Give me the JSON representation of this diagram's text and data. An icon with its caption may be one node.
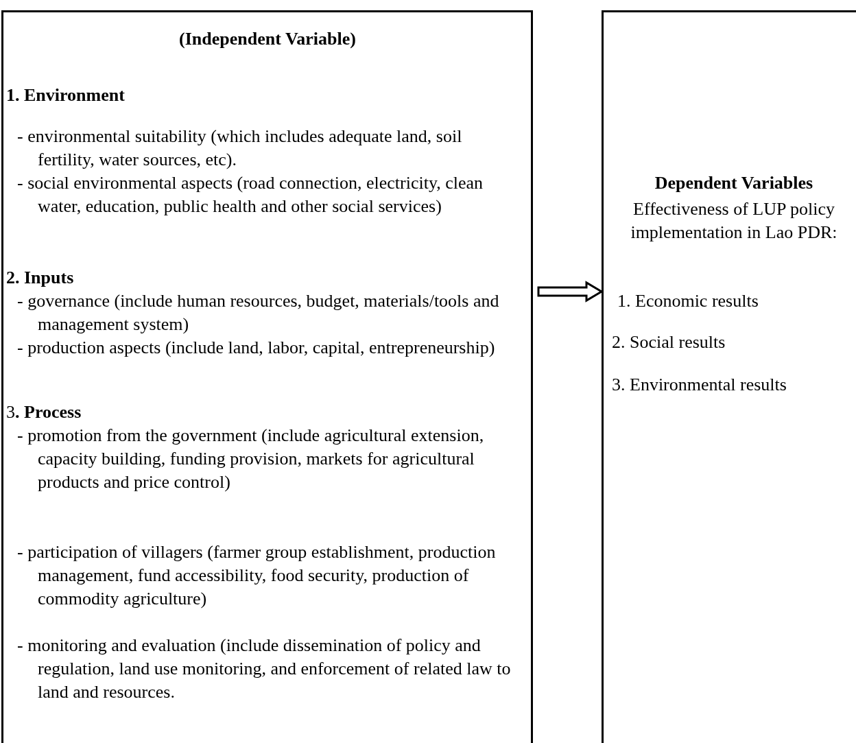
{
  "diagram": {
    "nodes": [
      {
        "text": [
          "(Independent Variable)",
          "1. Environment",
          "- environmental suitability (which includes adequate land, soil fertility, water sources, etc).",
          "- social environmental aspects (road connection, electricity, clean water, education, public health and other social services)",
          "2. Inputs",
          "- governance (include human resources, budget, materials/tools and management system)",
          "- production aspects (include land, labor, capital, entrepreneurship)",
          "3**. Process**",
          "- promotion from the government (include agricultural extension, capacity building, funding provision, markets for agricultural products and price control)",
          "- participation of villagers (farmer group establishment, production management, fund accessibility, food security, production of commodity agriculture)",
          "- monitoring and evaluation (include dissemination of policy and regulation, land use monitoring, and enforcement of related law to land and resources."
        ]
      },
      {
        "text": [
          "Dependent Variables",
          "Effectiveness of LUP policy implementation in Lao PDR:",
          "1. Economic results",
          "2. Social results",
          "3. Environmental results"
        ]
      }
    ],
    "edges": [
      {
        "from": 0,
        "to": 1,
        "arrow": "to",
        "style": "thick"
      }
    ]
  }
}
